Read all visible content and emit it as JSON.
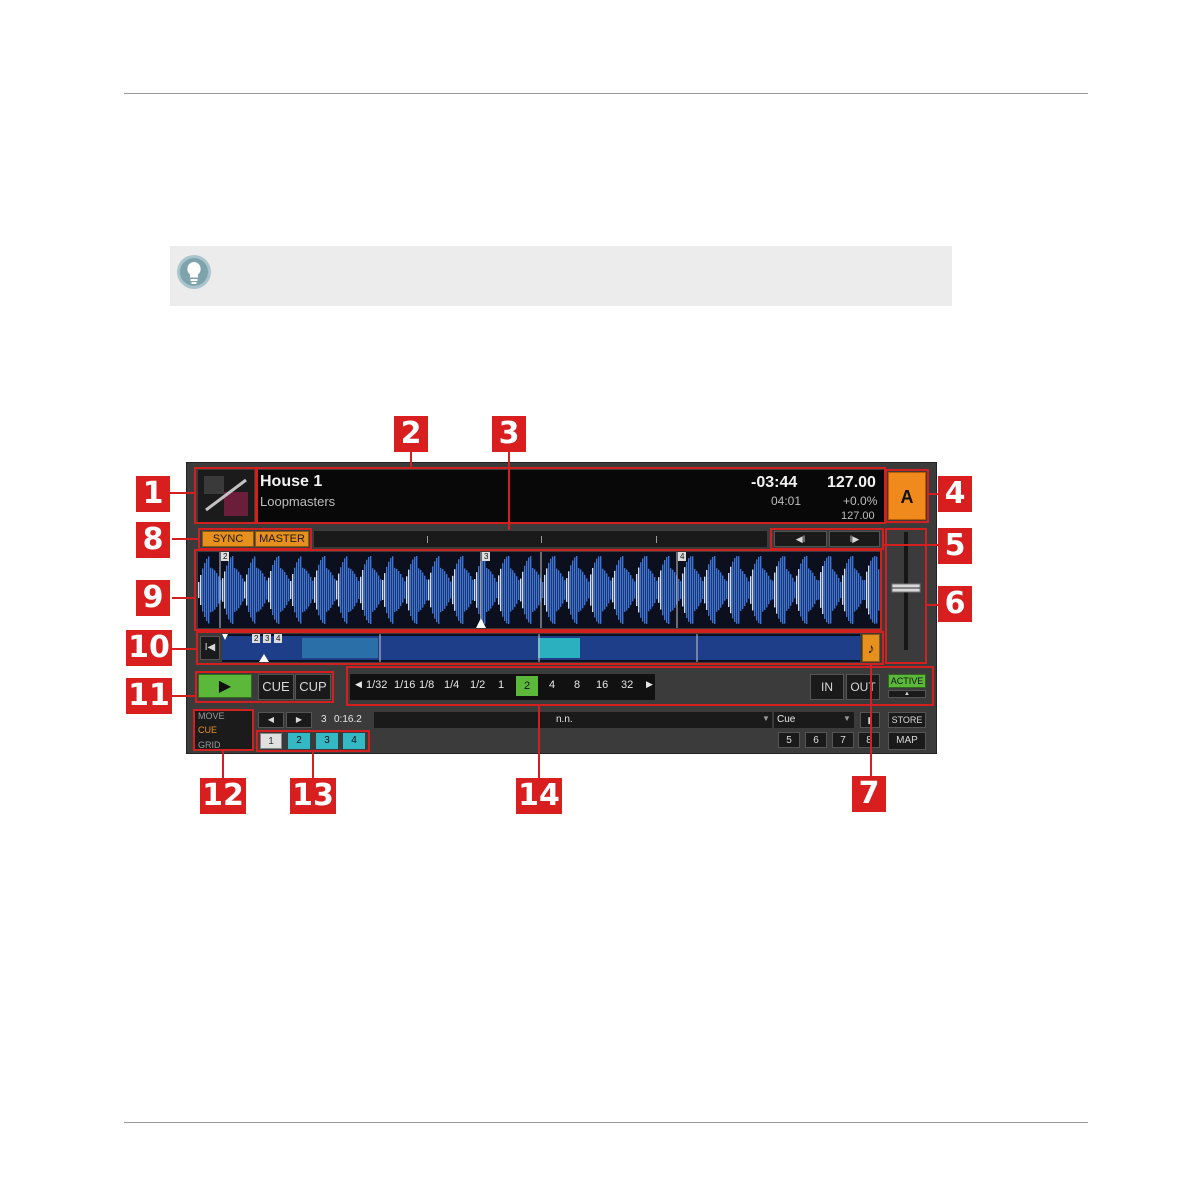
{
  "deck": {
    "title": "House 1",
    "artist": "Loopmasters",
    "remaining_time": "-03:44",
    "total_time": "04:01",
    "bpm": "127.00",
    "tempo_offset": "+0.0%",
    "original_bpm": "127.00",
    "deck_letter": "A",
    "sync_label": "SYNC",
    "master_label": "MASTER",
    "beat_markers": [
      "2",
      "3",
      "4"
    ],
    "strip_markers": [
      "2",
      "3",
      "4"
    ],
    "play_symbol": "▶",
    "cue_label": "CUE",
    "cup_label": "CUP",
    "loop_sizes": [
      "1/32",
      "1/16",
      "1/8",
      "1/4",
      "1/2",
      "1",
      "2",
      "4",
      "8",
      "16",
      "32"
    ],
    "loop_active": "2",
    "in_label": "IN",
    "out_label": "OUT",
    "active_label": "ACTIVE",
    "modes": [
      "MOVE",
      "CUE",
      "GRID"
    ],
    "selected_mode": "CUE",
    "cue_position": "3",
    "cue_time": "0:16.2",
    "cue_name": "n.n.",
    "cue_type": "Cue",
    "store_label": "STORE",
    "map_label": "MAP",
    "hotcues_left": [
      "1",
      "2",
      "3",
      "4"
    ],
    "hotcues_right": [
      "5",
      "6",
      "7",
      "8"
    ]
  },
  "callouts": [
    "1",
    "2",
    "3",
    "4",
    "5",
    "6",
    "7",
    "8",
    "9",
    "10",
    "11",
    "12",
    "13",
    "14"
  ],
  "colors": {
    "accent_orange": "#e8901e",
    "callout_red": "#d81e1e",
    "waveform_blue": "#3d74d8",
    "play_green": "#5cb83a",
    "hotcue_cyan": "#34b8c4"
  }
}
